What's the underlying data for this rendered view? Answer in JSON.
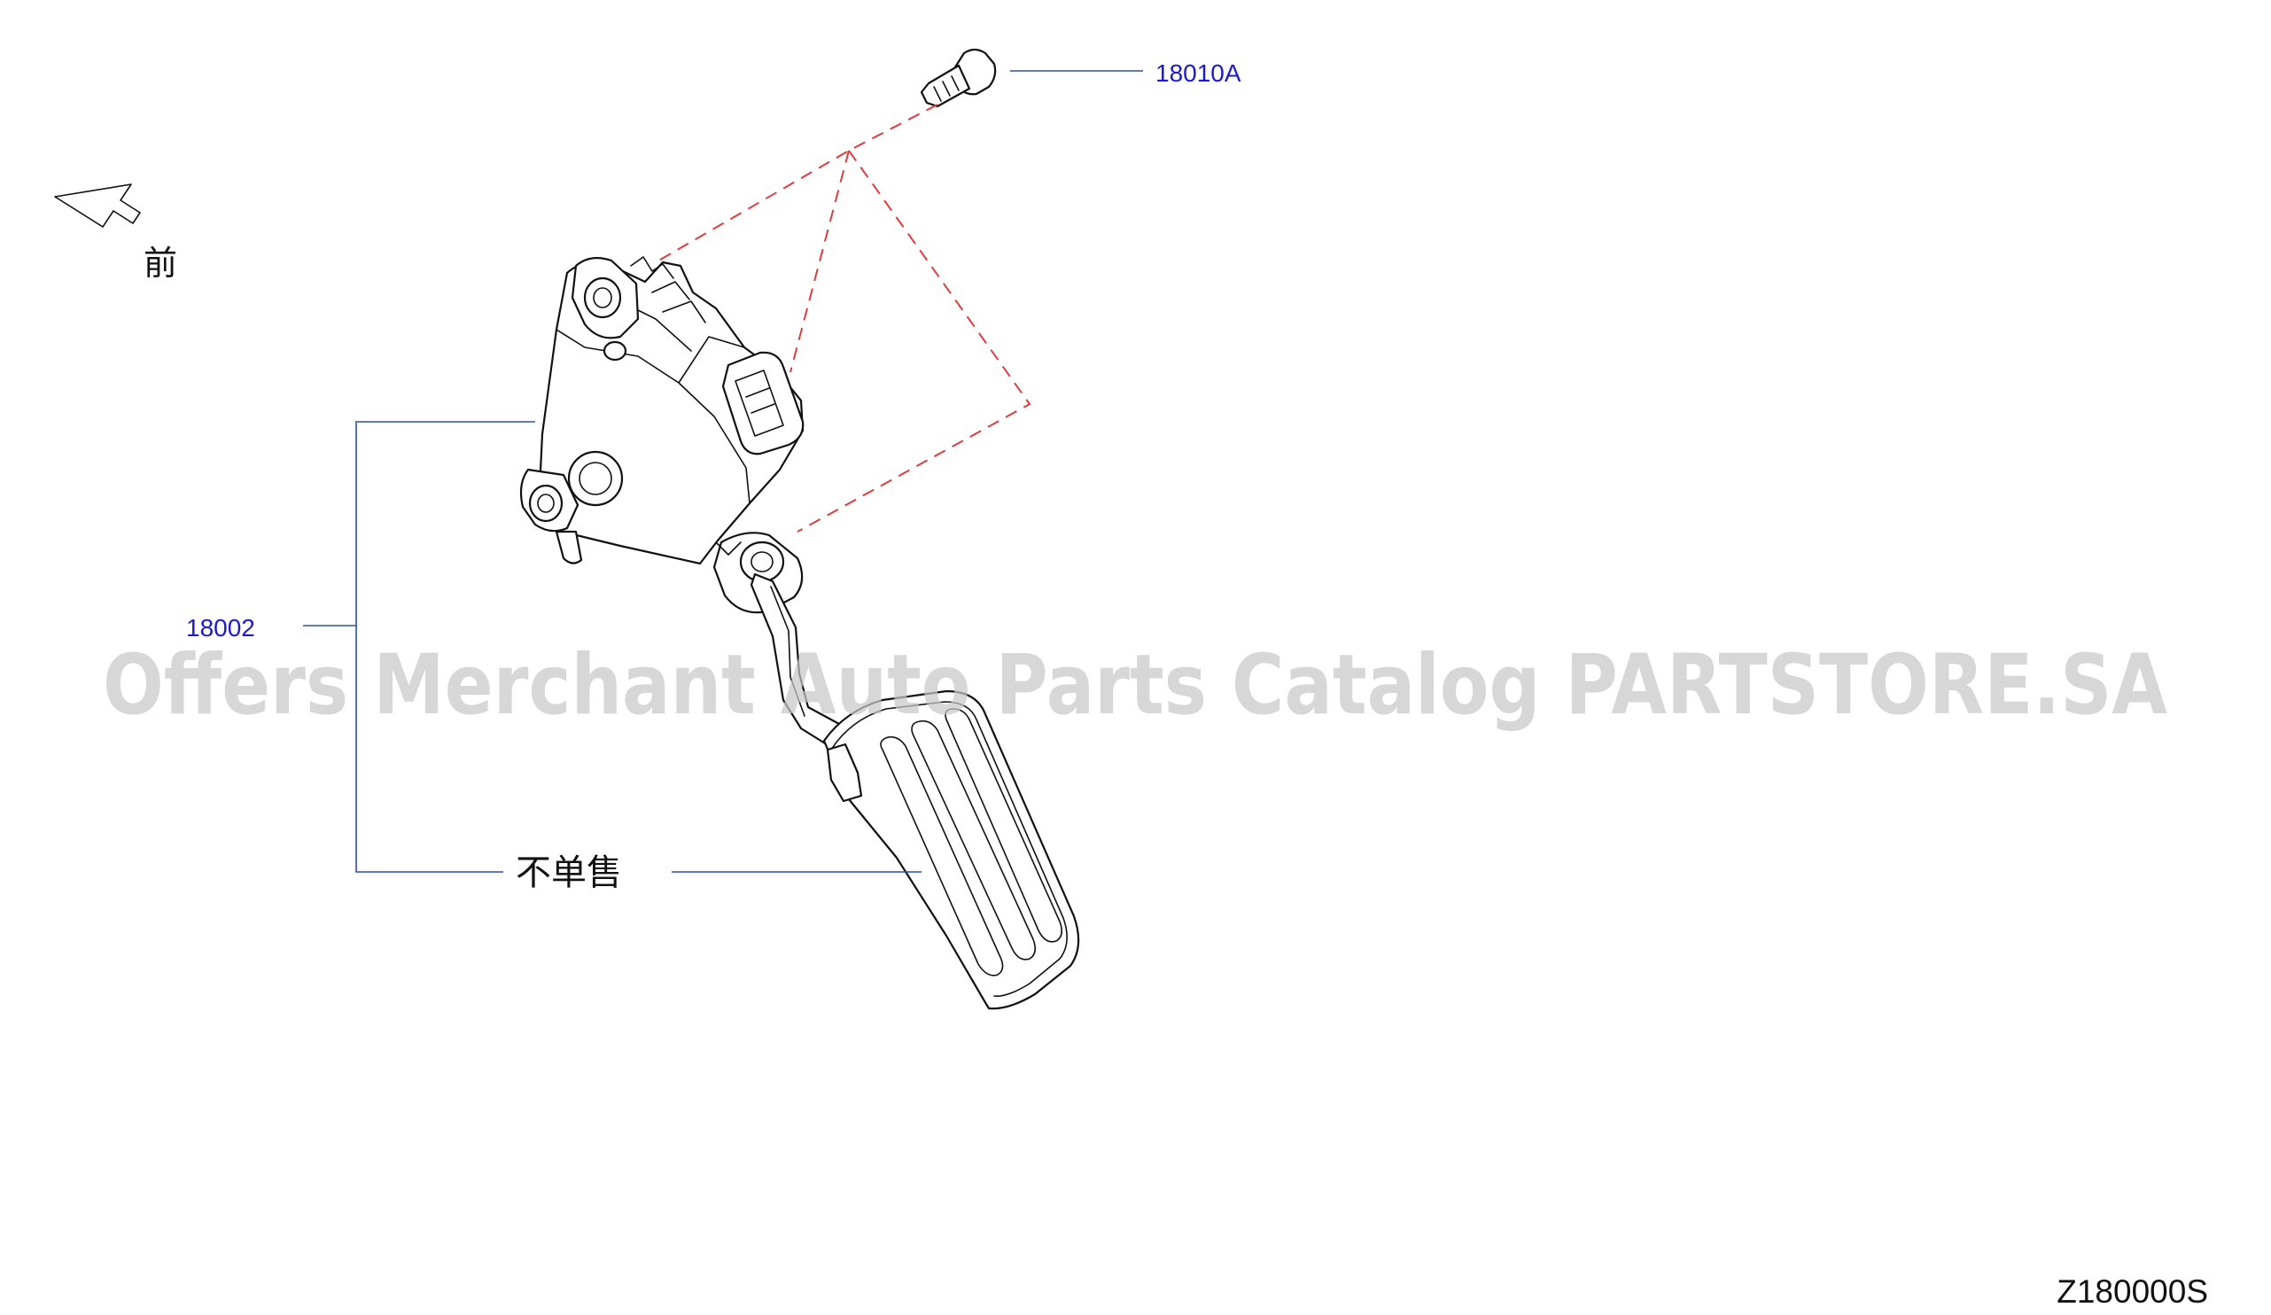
{
  "front_label": "前",
  "callouts": {
    "bolt": "18010A",
    "pedal_assembly": "18002"
  },
  "note_not_sold_separately": "不单售",
  "watermark": "Offers Merchant Auto Parts Catalog PARTSTORE.SA",
  "diagram_code": "Z180000S",
  "colors": {
    "callout_text": "#1a1ad6",
    "leader_line": "#2b4fa8",
    "dashed_guide": "#e23a3a",
    "linework": "#111111",
    "watermark": "#c8c8c8"
  }
}
